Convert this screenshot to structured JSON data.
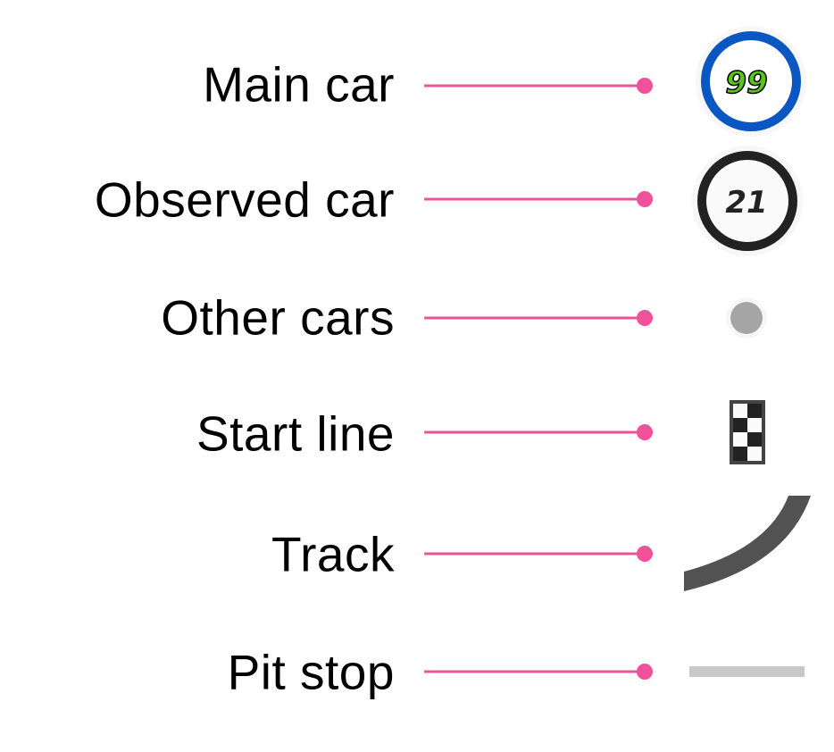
{
  "legend": {
    "items": [
      {
        "label": "Main car",
        "icon": "main-car-marker",
        "number": "99",
        "ring_color": "#0a57c2",
        "number_color": "#5cc51c"
      },
      {
        "label": "Observed car",
        "icon": "observed-car-marker",
        "number": "21",
        "ring_color": "#222222"
      },
      {
        "label": "Other cars",
        "icon": "other-car-dot",
        "color": "#a6a6a6"
      },
      {
        "label": "Start line",
        "icon": "checkered-flag"
      },
      {
        "label": "Track",
        "icon": "track-arc",
        "color": "#525252"
      },
      {
        "label": "Pit stop",
        "icon": "pit-stop-line",
        "color": "#c8c8c8"
      }
    ],
    "connector_color": "#f0529a"
  }
}
